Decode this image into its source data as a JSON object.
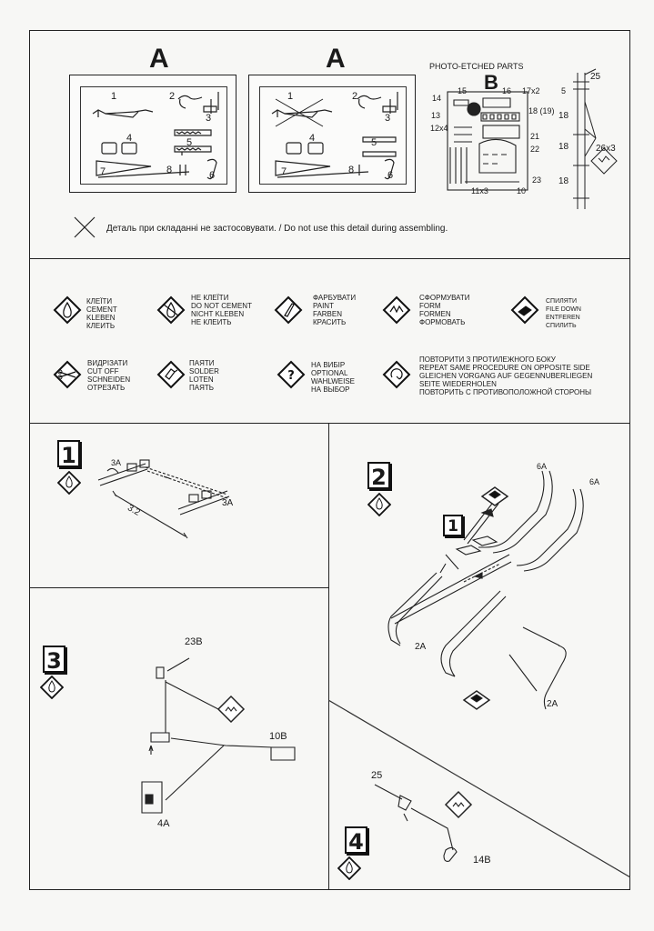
{
  "header": {
    "sprue_a_left_letter": "A",
    "sprue_a_right_letter": "A",
    "pe_title": "PHOTO-ETCHED PARTS",
    "pe_letter": "B"
  },
  "sprue_a_parts": [
    "1",
    "2",
    "3",
    "4",
    "5",
    "6",
    "7",
    "8"
  ],
  "sprue_a_right_parts": [
    "1",
    "2",
    "3",
    "4",
    "5",
    "6",
    "7",
    "8"
  ],
  "pe_parts": {
    "p14": "14",
    "p15": "15",
    "p16": "16",
    "p17": "17x2",
    "p18": "18 (19)",
    "p13": "13",
    "p12": "12x4",
    "p21": "21",
    "p22": "22",
    "p23": "23",
    "p11": "11x3",
    "p10": "10"
  },
  "ruler": {
    "p25": "25",
    "m5": "5",
    "m18a": "18",
    "m18b": "18",
    "m18c": "18",
    "p26": "26x3"
  },
  "do_not_use_note": "Деталь при складанні не застосовувати. / Do not use this detail during assembling.",
  "legend": [
    {
      "icon": "glue-icon",
      "lines": [
        "КЛЕЇТИ",
        "CEMENT",
        "KLEBEN",
        "КЛЕИТЬ"
      ]
    },
    {
      "icon": "no-glue-icon",
      "lines": [
        "НЕ КЛЕЇТИ",
        "DO NOT CEMENT",
        "NICHT KLEBEN",
        "НЕ КЛЕИТЬ"
      ]
    },
    {
      "icon": "paint-icon",
      "lines": [
        "ФАРБУВАТИ",
        "PAINT",
        "FARBEN",
        "КРАСИТЬ"
      ]
    },
    {
      "icon": "form-icon",
      "lines": [
        "СФОРМУВАТИ",
        "FORM",
        "FORMEN",
        "ФОРМОВАТЬ"
      ]
    },
    {
      "icon": "file-icon",
      "lines": [
        "СПИЛЯТИ",
        "FILE DOWN",
        "ENTFEREN",
        "СПИЛИТЬ"
      ]
    },
    {
      "icon": "cut-icon",
      "lines": [
        "ВИДРІЗАТИ",
        "CUT OFF",
        "SCHNEIDEN",
        "ОТРЕЗАТЬ"
      ]
    },
    {
      "icon": "solder-icon",
      "lines": [
        "ПАЯТИ",
        "SOLDER",
        "LOTEN",
        "ПАЯТЬ"
      ]
    },
    {
      "icon": "optional-icon",
      "lines": [
        "НА ВИБІР",
        "OPTIONAL",
        "WAHLWEISE",
        "НА ВЫБОР"
      ]
    },
    {
      "icon": "repeat-icon",
      "lines": [
        "ПОВТОРИТИ З ПРОТИЛЕЖНОГО БОКУ",
        "REPEAT SAME PROCEDURE ON OPPOSITE SIDE",
        "GLEICHEN VORGANG AUF GEGENNUBERLIEGEN",
        "SEITE WIEDERHOLEN",
        "ПОВТОРИТЬ С ПРОТИВОПОЛОЖНОЙ СТОРОНЫ"
      ]
    }
  ],
  "steps": {
    "s1": {
      "number": "1",
      "label_a": "3A",
      "label_b": "3A",
      "dimension": "3.2"
    },
    "s2": {
      "number": "2",
      "label_6a_1": "6A",
      "label_6a_2": "6A",
      "ref": "1",
      "label_2a_1": "2A",
      "label_2a_2": "2A"
    },
    "s3": {
      "number": "3",
      "label_23b": "23B",
      "label_10b": "10B",
      "label_4a": "4A"
    },
    "s4": {
      "number": "4",
      "label_25": "25",
      "label_14b": "14B"
    }
  }
}
